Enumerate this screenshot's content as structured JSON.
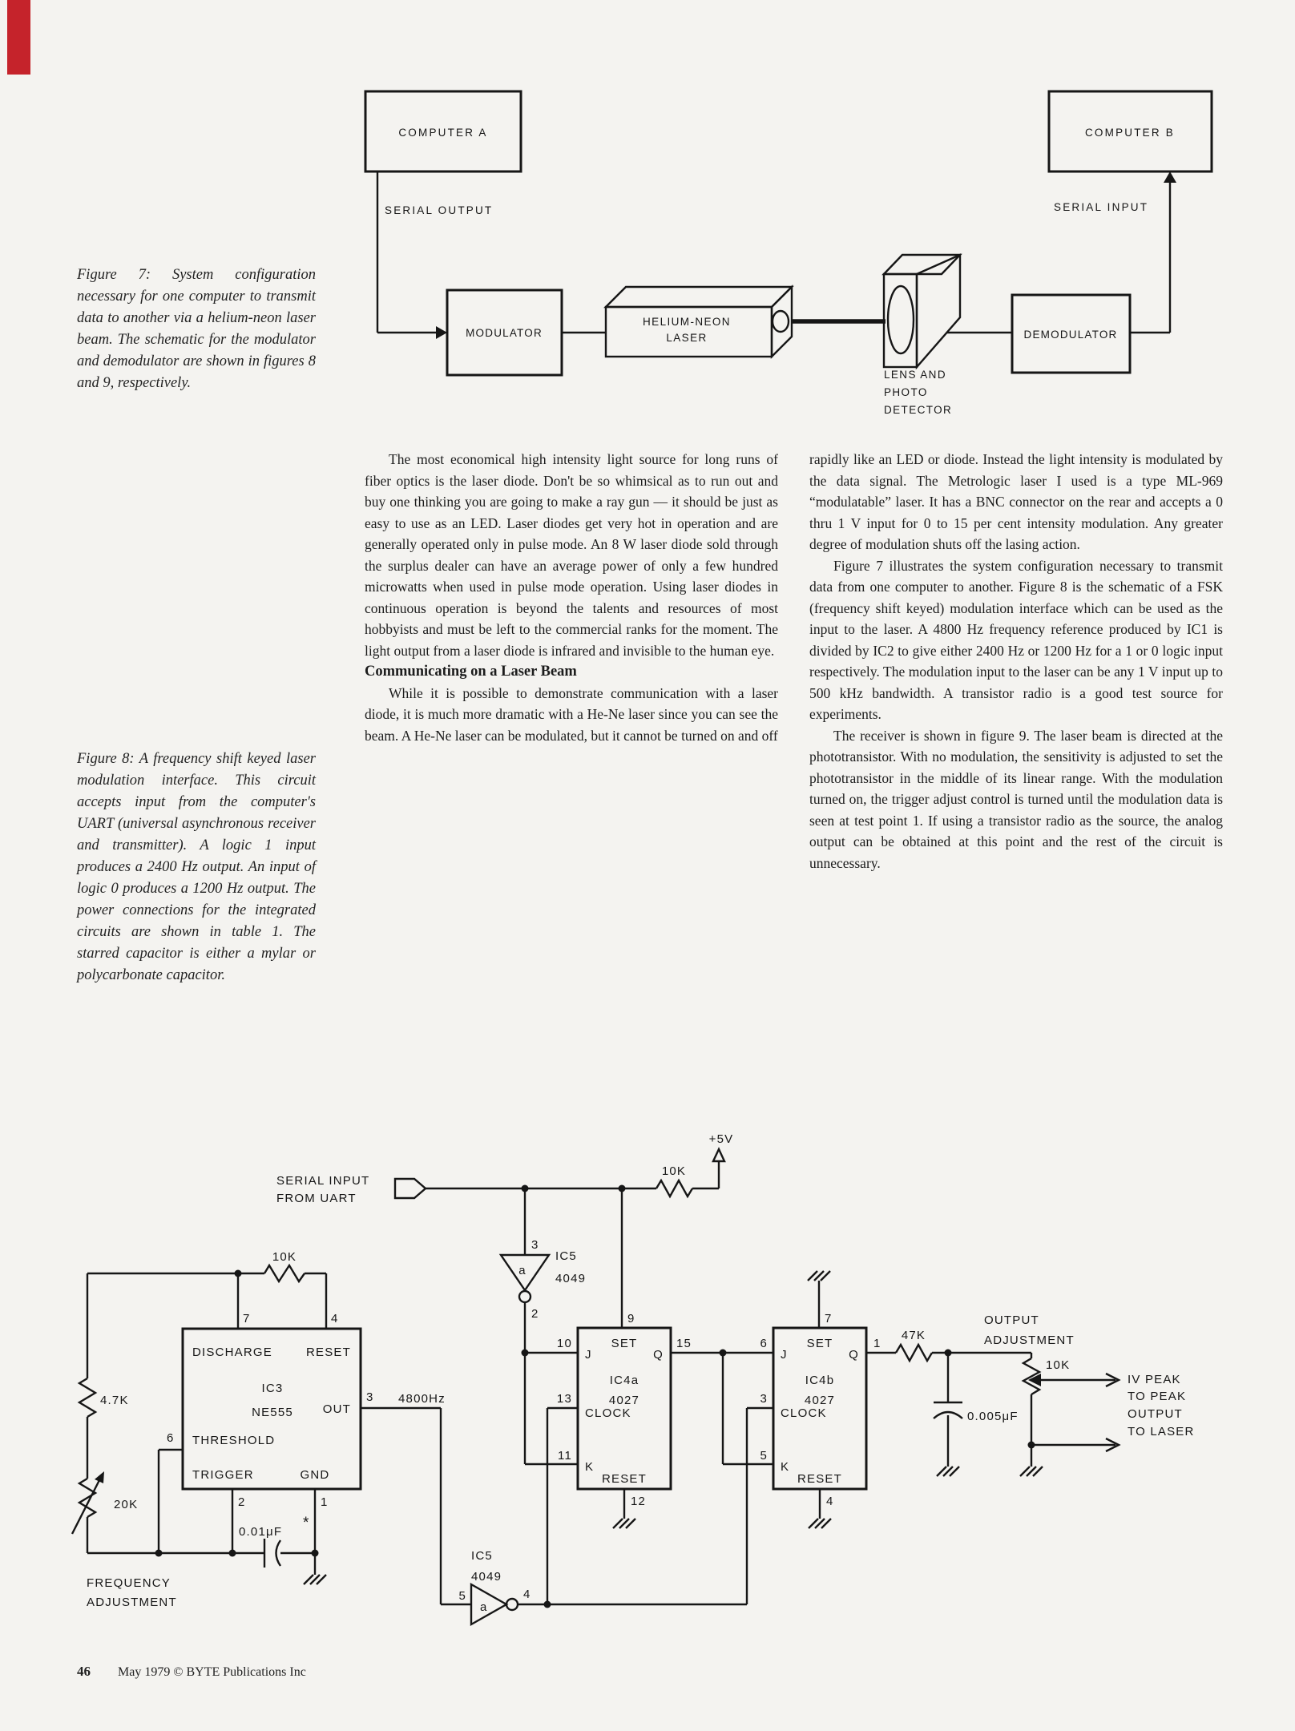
{
  "page": {
    "number": "46",
    "credit": "May 1979 © BYTE Publications Inc"
  },
  "captions": {
    "figure7": "Figure 7: System configuration necessary for one computer to transmit data to another via a helium-neon laser beam. The schematic for the modulator and demodulator are shown in figures 8 and 9, respectively.",
    "figure8": "Figure 8: A frequency shift keyed laser modulation interface. This circuit accepts input from the computer's UART (universal asynchronous receiver and transmitter). A logic 1 input produces a 2400 Hz output. An input of logic 0 produces a 1200 Hz output. The power connections for the integrated circuits are shown in table 1. The starred capacitor is either a mylar or polycarbonate capacitor."
  },
  "body": {
    "heading": "Communicating on a Laser Beam",
    "col1_para1": "The most economical high intensity light source for long runs of fiber optics is the laser diode. Don't be so whimsical as to run out and buy one thinking you are going to make a ray gun — it should be just as easy to use as an LED. Laser diodes get very hot in operation and are generally operated only in pulse mode. An 8 W laser diode sold through the surplus dealer can have an average power of only a few hundred microwatts when used in pulse mode operation. Using laser diodes in continuous operation is beyond the talents and resources of most hobbyists and must be left to the commercial ranks for the moment. The light output from a laser diode is infrared and invisible to the human eye.",
    "col1_para2": "While it is possible to demonstrate communication with a laser diode, it is much more dramatic with a He-Ne laser since you can see the beam. A He-Ne laser can be modulated, but it cannot be turned on and off",
    "col2_para1": "rapidly like an LED or diode. Instead the light intensity is modulated by the data signal. The Metrologic laser I used is a type ML-969 “modulatable” laser. It has a BNC connector on the rear and accepts a 0 thru 1 V input for 0 to 15 per cent intensity modulation. Any greater degree of modulation shuts off the lasing action.",
    "col2_para2": "Figure 7 illustrates the system configuration necessary to transmit data from one computer to another. Figure 8 is the schematic of a FSK (frequency shift keyed) modulation interface which can be used as the input to the laser. A 4800 Hz frequency reference produced by IC1 is divided by IC2 to give either 2400 Hz or 1200 Hz for a 1 or 0 logic input respectively. The modulation input to the laser can be any 1 V input up to 500 kHz bandwidth. A transistor radio is a good test source for experiments.",
    "col2_para3": "The receiver is shown in figure 9. The laser beam is directed at the phototransistor. With no modulation, the sensitivity is adjusted to set the phototransistor in the middle of its linear range. With the modulation turned on, the trigger adjust control is turned until the modulation data is seen at test point 1. If using a transistor radio as the source, the analog output can be obtained at this point and the rest of the circuit is unnecessary."
  },
  "figure7": {
    "computer_a": "COMPUTER A",
    "computer_b": "COMPUTER B",
    "serial_output": "SERIAL OUTPUT",
    "serial_input": "SERIAL INPUT",
    "modulator": "MODULATOR",
    "laser1": "HELIUM-NEON",
    "laser2": "LASER",
    "lens1": "LENS AND",
    "lens2": "PHOTO",
    "lens3": "DETECTOR",
    "demodulator": "DEMODULATOR"
  },
  "schematic": {
    "supply": "+5V",
    "serial1": "SERIAL INPUT",
    "serial2": "FROM UART",
    "r_pullup": "10K",
    "freq_label": "4800Hz",
    "r_timing": "10K",
    "r_47": "4.7K",
    "pot_freq": "20K",
    "freq_adj1": "FREQUENCY",
    "freq_adj2": "ADJUSTMENT",
    "cap_timing": "0.01μF",
    "cap_star": "*",
    "inv_top": {
      "name": "IC5",
      "part": "4049",
      "gate": "a",
      "pin_in": "3",
      "pin_out": "2"
    },
    "inv_bottom": {
      "name": "IC5",
      "part": "4049",
      "gate": "a",
      "pin_in": "5",
      "pin_out": "4"
    },
    "ic3": {
      "name": "IC3",
      "part": "NE555",
      "discharge": "DISCHARGE",
      "reset": "RESET",
      "out": "OUT",
      "threshold": "THRESHOLD",
      "trigger": "TRIGGER",
      "gnd": "GND",
      "pin7": "7",
      "pin4": "4",
      "pin3": "3",
      "pin6": "6",
      "pin2": "2",
      "pin1": "1"
    },
    "ic4a": {
      "name": "IC4a",
      "part": "4027",
      "set": "SET",
      "j": "J",
      "q": "Q",
      "clock": "CLOCK",
      "k": "K",
      "reset": "RESET",
      "pin9": "9",
      "pin10": "10",
      "pin15": "15",
      "pin13": "13",
      "pin11": "11",
      "pin12": "12"
    },
    "ic4b": {
      "name": "IC4b",
      "part": "4027",
      "set": "SET",
      "j": "J",
      "q": "Q",
      "clock": "CLOCK",
      "k": "K",
      "reset": "RESET",
      "pin7": "7",
      "pin6": "6",
      "pin1": "1",
      "pin3": "3",
      "pin5": "5",
      "pin4": "4"
    },
    "r_out": "47K",
    "out_adj1": "OUTPUT",
    "out_adj2": "ADJUSTMENT",
    "pot_out": "10K",
    "cap_out": "0.005μF",
    "out1": "IV PEAK",
    "out2": "TO PEAK",
    "out3": "OUTPUT",
    "out4": "TO LASER"
  }
}
